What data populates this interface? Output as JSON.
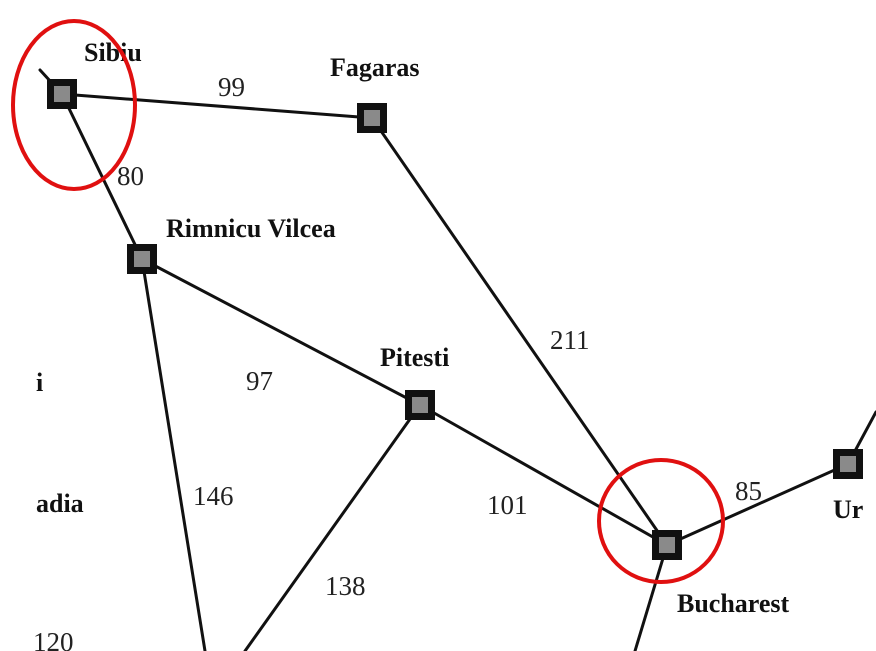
{
  "cities": {
    "sibiu": "Sibiu",
    "fagaras": "Fagaras",
    "rimnicu_vilcea": "Rimnicu Vilcea",
    "pitesti": "Pitesti",
    "bucharest": "Bucharest",
    "urziceni_partial": "Ur",
    "arad_partial": "adia",
    "timisoara_partial": "i"
  },
  "distances": {
    "sibiu_fagaras": "99",
    "sibiu_rimnicu": "80",
    "fagaras_bucharest": "211",
    "rimnicu_pitesti": "97",
    "rimnicu_craiova": "146",
    "pitesti_bucharest": "101",
    "pitesti_craiova": "138",
    "bucharest_urziceni": "85",
    "offscreen_edge": "120"
  },
  "highlight_color": "#e01010",
  "highlighted_nodes": [
    "Sibiu",
    "Bucharest"
  ]
}
